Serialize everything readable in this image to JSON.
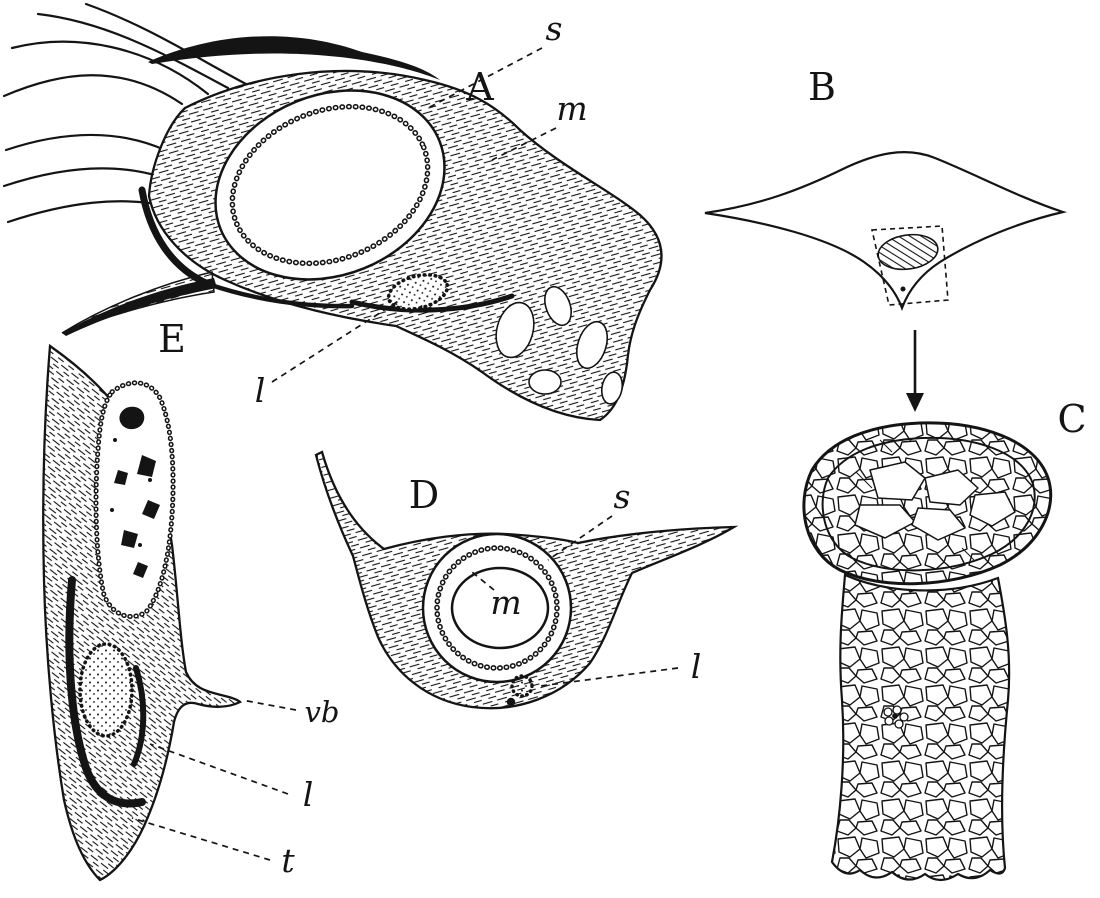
{
  "colors": {
    "ink": "#141414",
    "paper": "#ffffff"
  },
  "panels": {
    "a": {
      "letter": "A",
      "labels": {
        "s": "s",
        "m": "m",
        "l": "l"
      }
    },
    "b": {
      "letter": "B"
    },
    "c": {
      "letter": "C"
    },
    "d": {
      "letter": "D",
      "labels": {
        "s": "s",
        "m": "m",
        "l": "l"
      }
    },
    "e": {
      "letter": "E",
      "labels": {
        "vb": "vb",
        "l": "l",
        "t": "t"
      }
    }
  }
}
